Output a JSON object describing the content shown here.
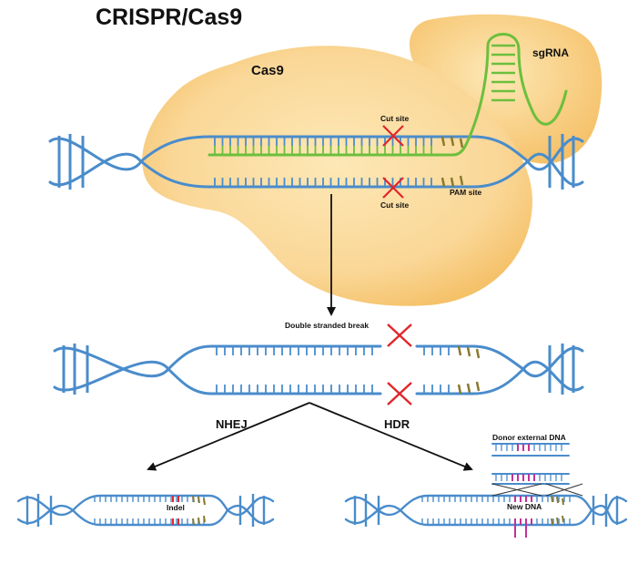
{
  "title": "CRISPR/Cas9",
  "labels": {
    "cas9": "Cas9",
    "sgrna": "sgRNA",
    "cut_site_top": "Cut site",
    "cut_site_bottom": "Cut site",
    "pam_site": "PAM site",
    "double_stranded_break": "Double stranded break",
    "nhej": "NHEJ",
    "hdr": "HDR",
    "indel": "Indel",
    "donor_external_dna": "Donor external DNA",
    "new_dna": "New DNA"
  },
  "colors": {
    "dna": "#4a8ccb",
    "sgrna": "#6cbf3d",
    "pam": "#8a7a2e",
    "cut": "#e0262b",
    "indel": "#e0262b",
    "donor": "#c2329a",
    "protein_light": "#fce6b3",
    "protein_dark": "#f6c36c",
    "arrow": "#111111"
  }
}
